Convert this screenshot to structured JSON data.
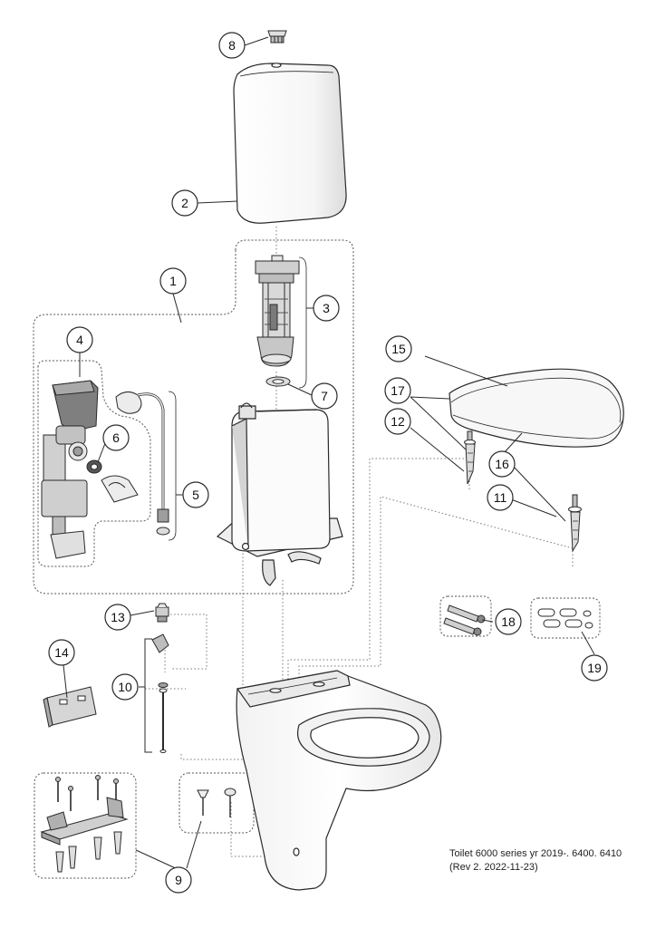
{
  "callouts": {
    "c1": "1",
    "c2": "2",
    "c3": "3",
    "c4": "4",
    "c5": "5",
    "c6": "6",
    "c7": "7",
    "c8": "8",
    "c9": "9",
    "c10": "10",
    "c11": "11",
    "c12": "12",
    "c13": "13",
    "c14": "14",
    "c15": "15",
    "c16": "16",
    "c17": "17",
    "c18": "18",
    "c19": "19"
  },
  "caption": {
    "line1": "Toilet 6000 series yr 2019-. 6400. 6410",
    "line2": "(Rev 2. 2022-11-23)"
  },
  "colors": {
    "line": "#2a2a2a",
    "fill_light": "#f4f4f4",
    "fill_mid": "#d8d8d8",
    "fill_dark": "#9a9a9a"
  }
}
